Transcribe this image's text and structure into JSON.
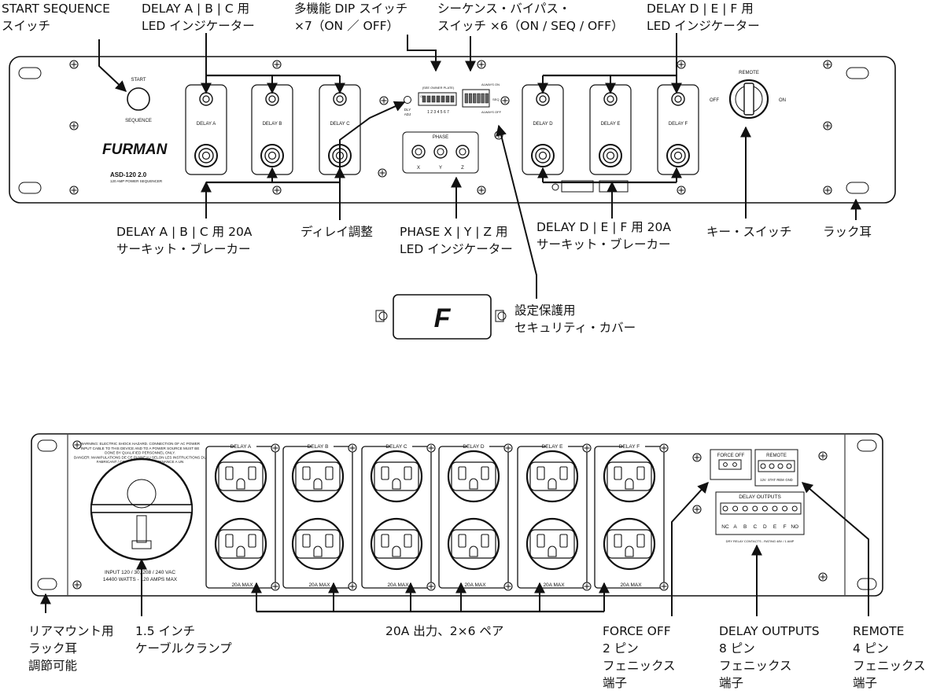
{
  "callouts_top": {
    "start_sequence": [
      "START SEQUENCE",
      "スイッチ"
    ],
    "delay_abc_led": [
      "DELAY A | B | C 用",
      "LED インジケーター"
    ],
    "dip_switch": [
      "多機能 DIP スイッチ",
      "×7（ON ／ OFF）"
    ],
    "bypass_switch": [
      "シーケンス・バイパス・",
      "スイッチ ×6（ON / SEQ / OFF）"
    ],
    "delay_def_led": [
      "DELAY D | E | F 用",
      "LED インジケーター"
    ],
    "delay_abc_breaker": [
      "DELAY A | B | C 用 20A",
      "サーキット・ブレーカー"
    ],
    "delay_adjust": [
      "ディレイ調整"
    ],
    "phase_led": [
      "PHASE X | Y | Z 用",
      "LED インジケーター"
    ],
    "delay_def_breaker": [
      "DELAY D | E | F 用 20A",
      "サーキット・ブレーカー"
    ],
    "key_switch": [
      "キー・スイッチ"
    ],
    "rack_ear": [
      "ラック耳"
    ],
    "security_cover": [
      "設定保護用",
      "セキュリティ・カバー"
    ]
  },
  "callouts_bottom": {
    "rear_rack_ear": [
      "リアマウント用",
      "ラック耳",
      "調節可能"
    ],
    "cable_clamp": [
      "1.5 インチ",
      "ケーブルクランプ"
    ],
    "outlets": [
      "20A 出力、2×6 ペア"
    ],
    "force_off": [
      "FORCE OFF",
      "2 ピン",
      "フェニックス",
      "端子"
    ],
    "delay_outputs": [
      "DELAY OUTPUTS",
      "8 ピン",
      "フェニックス",
      "端子"
    ],
    "remote": [
      "REMOTE",
      "4 ピン",
      "フェニックス",
      "端子"
    ]
  },
  "front_panel": {
    "brand": "FURMAN",
    "model": "ASD-120 2.0",
    "model_sub": "120 AMP POWER SEQUENCER",
    "start_label": "START",
    "sequence_label": "SEQUENCE",
    "delay_labels": [
      "DELAY A",
      "DELAY B",
      "DELAY C",
      "DELAY D",
      "DELAY E",
      "DELAY F"
    ],
    "phase_title": "PHASE",
    "phase_labels": [
      "X",
      "Y",
      "Z"
    ],
    "remote_label": "REMOTE",
    "off_label": "OFF",
    "on_label": "ON",
    "dly_adj": [
      "DLY",
      "ADJ"
    ],
    "dip_header": "(SEE OWNER PLATE)",
    "dip_on": "ON",
    "dip_numbers": "1 2 3 4 5 6 7",
    "bypass_top": "ALWAYS ON",
    "bypass_bottom": "ALWAYS OFF",
    "bypass_mid": "SEQ"
  },
  "rear_panel": {
    "warning": [
      "WARNING: ELECTRIC SHOCK HAZARD. CONNECTION OF AC POWER",
      "INPUT CABLE TO THIS DEVICE AND TO A POWER SOURCE MUST BE",
      "DONE BY QUALIFIED PERSONNEL ONLY.",
      "DANGER: MANIPULATIONS DE CE PANNEAU SELON LES INSTRUCTIONS DU",
      "FABRICANT / CONSULTER LA MAINTENANCE A UN",
      "ELECTRICIEN QUALIFIE"
    ],
    "input_rating": [
      "INPUT 120 / 30, 208 / 240 VAC",
      "14400 WATTS - 120 AMPS MAX"
    ],
    "outlet_labels": [
      "DELAY A",
      "DELAY B",
      "DELAY C",
      "DELAY D",
      "DELAY E",
      "DELAY F"
    ],
    "outlet_max": "20A MAX",
    "force_off_label": "FORCE OFF",
    "remote_label": "REMOTE",
    "remote_pins": [
      "12V",
      "STAT",
      "REM",
      "GND"
    ],
    "delay_outputs_label": "DELAY OUTPUTS",
    "delay_output_pins": [
      "NC",
      "A",
      "B",
      "C",
      "D",
      "E",
      "F",
      "NO"
    ],
    "contacts_note": "DRY RELAY CONTACTS - RATING 48V / 1 AMP"
  }
}
